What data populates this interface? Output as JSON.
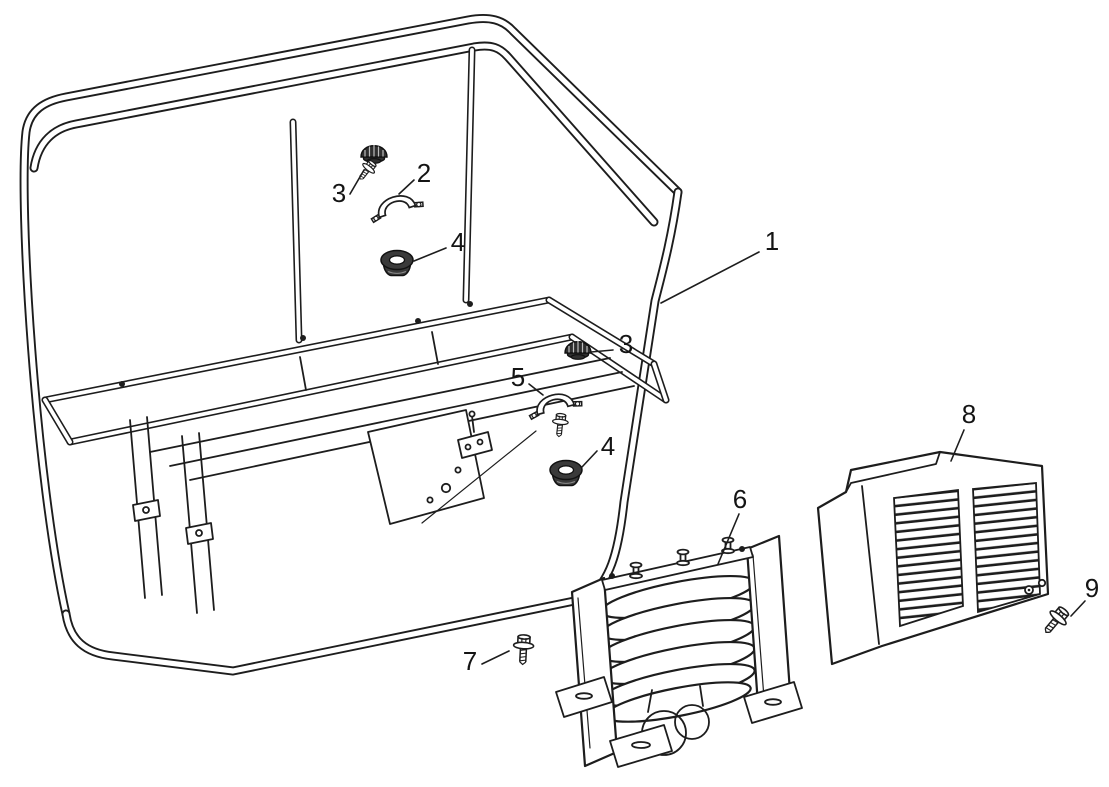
{
  "diagram": {
    "background": "#ffffff",
    "line_color": "#1d1d1d",
    "callouts": [
      {
        "label": "1",
        "part": "main-tubular-frame"
      },
      {
        "label": "2",
        "part": "cable-clamp-with-screw-upper"
      },
      {
        "label": "3",
        "part": "cap-nut-upper"
      },
      {
        "label": "4",
        "part": "rubber-grommet-upper"
      },
      {
        "label": "3",
        "part": "cap-nut-lower"
      },
      {
        "label": "5",
        "part": "cable-clamp-with-screw-lower"
      },
      {
        "label": "4",
        "part": "rubber-grommet-lower"
      },
      {
        "label": "6",
        "part": "reactor-coil-assembly"
      },
      {
        "label": "7",
        "part": "flange-bolt-left"
      },
      {
        "label": "8",
        "part": "louvered-side-cover"
      },
      {
        "label": "9",
        "part": "flange-bolt-right"
      }
    ]
  }
}
